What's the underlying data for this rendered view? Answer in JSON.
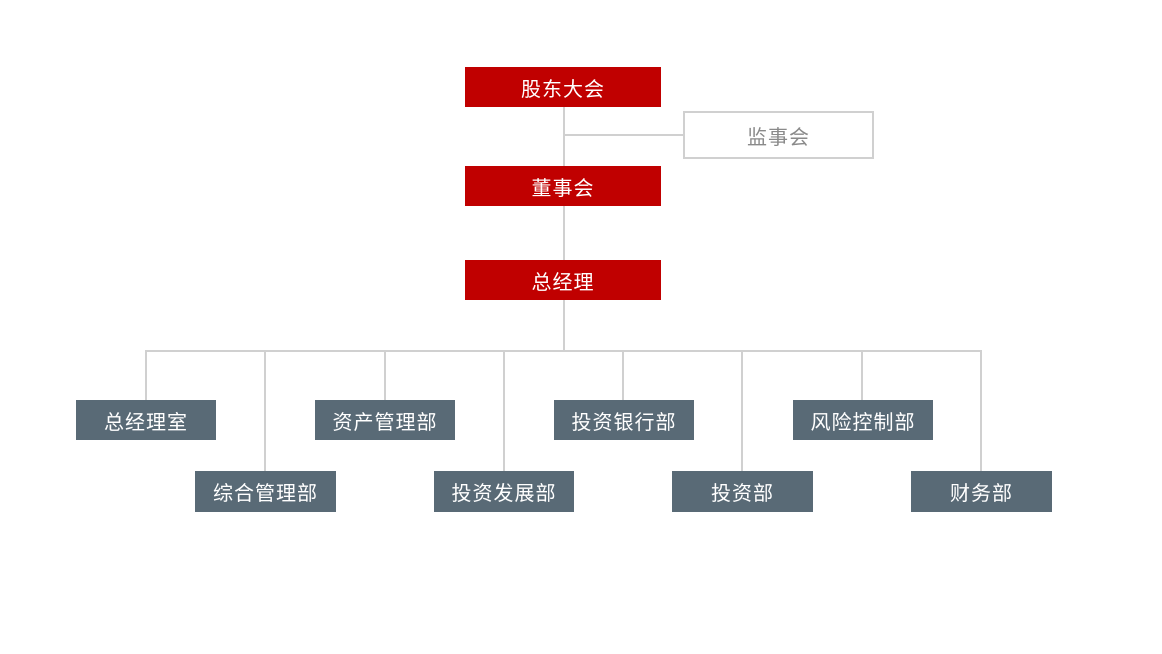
{
  "chart": {
    "shareholders": "股东大会",
    "supervisors": "监事会",
    "board": "董事会",
    "gm": "总经理"
  },
  "departments": [
    "总经理室",
    "综合管理部",
    "资产管理部",
    "投资发展部",
    "投资银行部",
    "投资部",
    "风险控制部",
    "财务部"
  ],
  "colors": {
    "leadership": "#c00000",
    "department": "#596a76",
    "connector": "#d0d0d0",
    "outline_text": "#8a8a8a"
  }
}
